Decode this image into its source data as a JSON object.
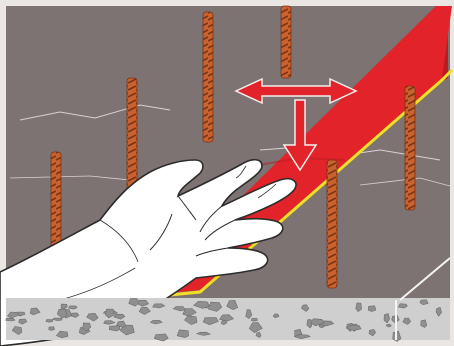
{
  "colors": {
    "wall": "#7d7372",
    "wall_edge": "#6c6362",
    "wall_crack": "#d8d3d1",
    "rebar": "#c9622e",
    "rebar_rib": "#7a3413",
    "slab": "#e3232a",
    "slab_dark": "#b81b20",
    "slab_edge": "#f2df25",
    "arrow": "#e3232a",
    "arrow_outline": "#f3f0ee",
    "hand": "#ffffff",
    "hand_line": "#2c2c2c",
    "gravel_base": "#cfcfcf",
    "gravel_stone": "#8f8f8f",
    "floor_line": "#f4f4f4",
    "frame": "#e9e6e3"
  },
  "icons": {
    "horizontal_arrow": "double-headed-horizontal-arrow",
    "vertical_arrow": "downward-arrow",
    "hand": "open-hand-pressing"
  },
  "rebars": 6
}
